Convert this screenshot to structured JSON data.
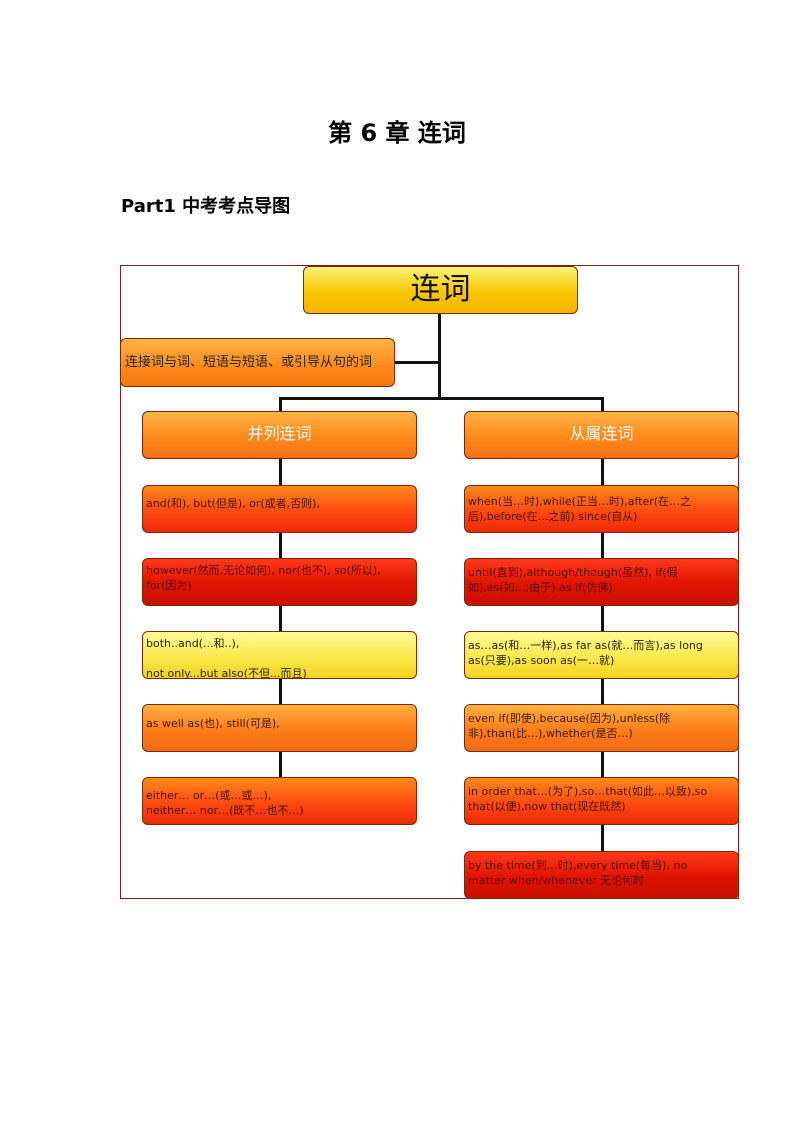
{
  "chapter_title": "第 6 章  连词",
  "part_title": "Part1  中考考点导图",
  "diagram": {
    "root": "连词",
    "definition": "连接词与词、短语与短语、或引导从句的词",
    "left": {
      "label": "并列连词",
      "items": [
        {
          "lines": [
            "and(和), but(但是), or(或者,否则),"
          ],
          "color": "redorange"
        },
        {
          "lines": [
            "however(然而,无论如何), nor(也不), so(所以),",
            "for(因为)"
          ],
          "color": "red"
        },
        {
          "lines": [
            "both..and(...和..),",
            "",
            "not only...but also(不但...而且)"
          ],
          "color": "yellow"
        },
        {
          "lines": [
            "as well as(也), still(可是),"
          ],
          "color": "orange"
        },
        {
          "lines": [
            "either… or…(或…或…),",
            "neither… nor…(既不…也不…)"
          ],
          "color": "redorange"
        }
      ]
    },
    "right": {
      "label": "从属连词",
      "items": [
        {
          "lines": [
            "when(当…时),while(正当…时),after(在…之",
            "后),before(在…之前) since(自从)"
          ],
          "color": "redorange"
        },
        {
          "lines": [
            "until(直到),although/though(虽然), if(假",
            "如),as(如…;由于) as if(仿佛)"
          ],
          "color": "red"
        },
        {
          "lines": [
            "as…as(和…一样),as far as(就…而言),as long",
            "as(只要),as soon as(一…就)"
          ],
          "color": "yellow"
        },
        {
          "lines": [
            "even if(即使),because(因为),unless(除",
            "非),than(比…),whether(是否…)"
          ],
          "color": "orange"
        },
        {
          "lines": [
            "in order that…(为了),so…that(如此…以致),so",
            "that(以便),now that(现在既然)"
          ],
          "color": "redorange"
        },
        {
          "lines": [
            "by the time(到…时),every time(每当), no",
            "matter when/whenever 无论何时"
          ],
          "color": "red"
        }
      ]
    }
  }
}
